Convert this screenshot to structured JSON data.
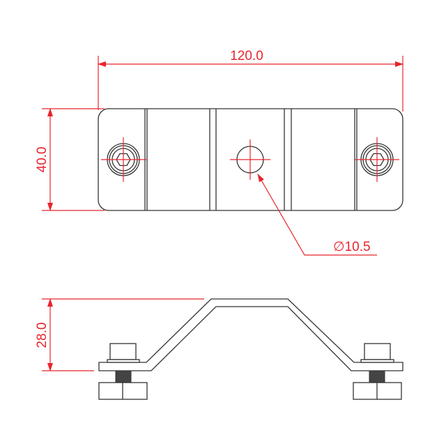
{
  "dimensions": {
    "length": "120.0",
    "width": "40.0",
    "height": "28.0",
    "hole_diameter": "10.5",
    "diameter_symbol": "∅"
  },
  "colors": {
    "dimension": "#e8242c",
    "part_outline": "#333333"
  }
}
